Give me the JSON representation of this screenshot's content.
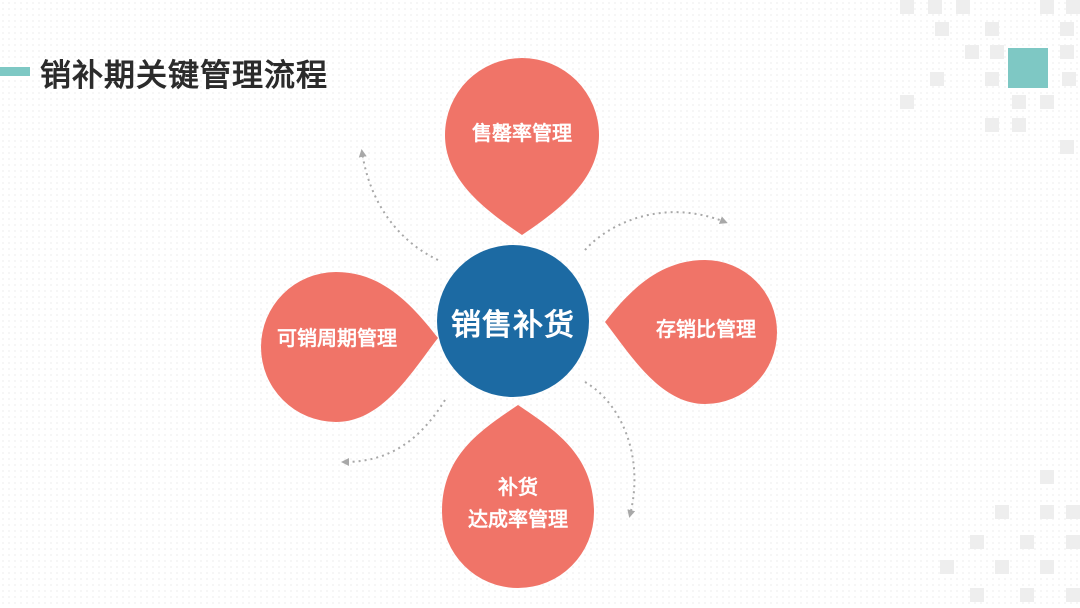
{
  "title": "销补期关键管理流程",
  "center": {
    "label": "销售补货"
  },
  "petals": {
    "top": {
      "label": "售罄率管理"
    },
    "right": {
      "label": "存销比管理"
    },
    "left": {
      "label": "可销周期管理"
    },
    "bottom": {
      "line1": "补货",
      "line2": "达成率管理"
    }
  },
  "colors": {
    "petal": "#f07468",
    "center": "#1c6aa3",
    "accent": "#7ec8c4",
    "deco_squares": "#eeeeee",
    "arrows": "#a8a8a8",
    "title": "#2b2b2b"
  }
}
